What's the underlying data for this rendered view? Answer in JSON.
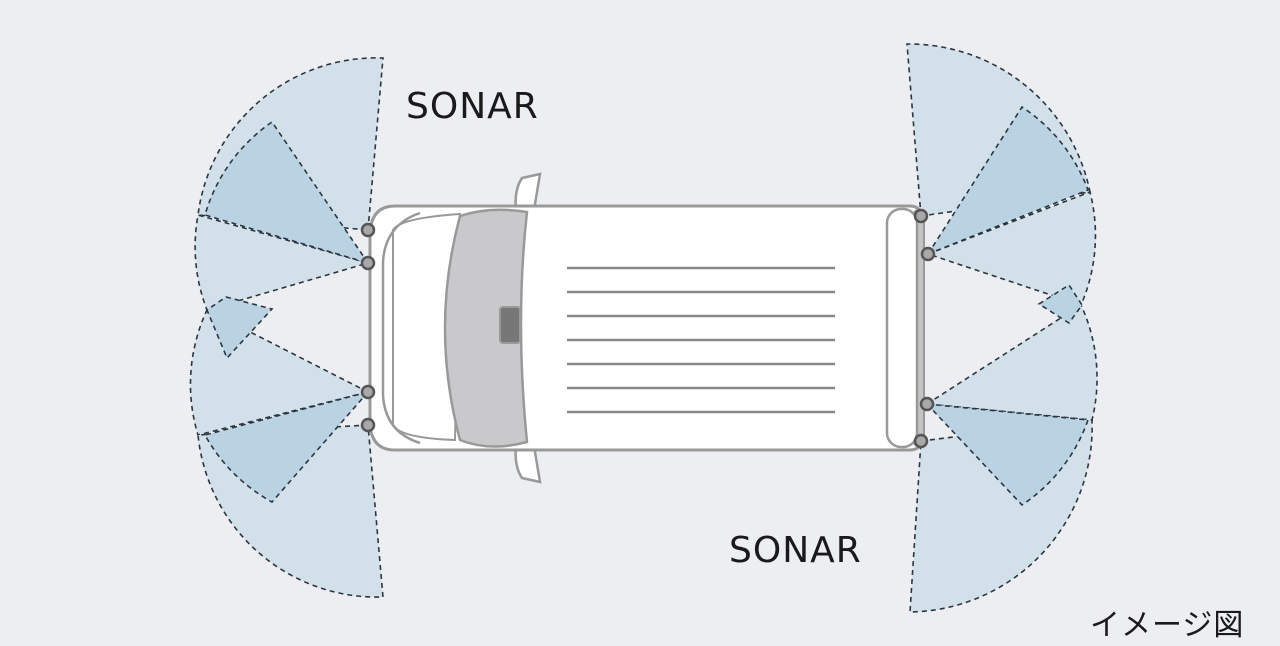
{
  "labels": {
    "sonar_front": "SONAR",
    "sonar_rear": "SONAR",
    "caption": "イメージ図"
  },
  "colors": {
    "background": "#eceef1",
    "detection_zone": "#d2e0ea",
    "detection_zone_overlap": "#b9d3e3",
    "sensor": "#a8a8a8"
  },
  "sensors": {
    "front_count": 4,
    "rear_count": 4
  }
}
